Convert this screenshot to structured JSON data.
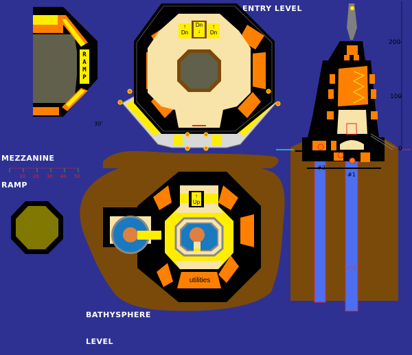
{
  "labels": {
    "entry_level": "ENTRY LEVEL",
    "mezzanine_line1": "MEZZANINE",
    "mezzanine_line2": "RAMP",
    "bathysphere_line1": "BATHYSPHERE",
    "bathysphere_line2": "LEVEL",
    "ramp": [
      "R",
      "A",
      "M",
      "P"
    ],
    "angle": "30'",
    "utilities": "utilities",
    "stairs_entry": {
      "left": {
        "arrow": "↑",
        "text": "Dn"
      },
      "center": {
        "arrow": "↓",
        "text": "Dn"
      },
      "right": {
        "arrow": "↑",
        "text": "Dn"
      }
    },
    "stairs_bathy": {
      "arrow": "↑",
      "text": "Up"
    },
    "shaft_1": "#1",
    "shaft_2": "#2"
  },
  "scale_bar": {
    "ticks": [
      "10",
      "20",
      "30",
      "40",
      "50"
    ],
    "color": "#e0282f"
  },
  "elevation_axis": {
    "ticks": [
      "200",
      "100",
      "0"
    ]
  },
  "colors": {
    "background": "#2e3192",
    "wall": "#000000",
    "room_orange": "#ff8000",
    "floor_cream": "#f8e4a8",
    "corridor_yellow": "#ffee00",
    "earth": "#7a4a0a",
    "water": "#4b6ff0",
    "pool_blue": "#1a7ac0",
    "sphere": "#e08040",
    "pit_olive": "#807800",
    "atrium_gray": "#60604c",
    "plaza_gray": "#d8d8d8"
  }
}
